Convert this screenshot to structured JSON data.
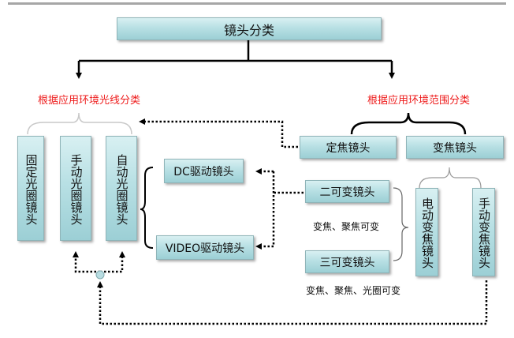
{
  "title": "镜头分类",
  "left_branch": {
    "label": "根据应用环境光线分类",
    "items": [
      "固定光圈镜头",
      "手动光圈镜头",
      "自动光圈镜头"
    ],
    "auto_iris_types": [
      "DC驱动镜头",
      "VIDEO驱动镜头"
    ]
  },
  "right_branch": {
    "label": "根据应用环境范围分类",
    "items": [
      "定焦镜头",
      "变焦镜头"
    ],
    "zoom_types": [
      "二可变镜头",
      "三可变镜头"
    ],
    "zoom_subtypes": [
      "电动变焦镜头",
      "手动变焦镜头"
    ],
    "note_two_variable": "变焦、聚焦可变",
    "note_three_variable": "变焦、聚焦、光圈可变"
  },
  "colors": {
    "box_fill": "#b8e0e4",
    "label_red": "#ee1c1c",
    "connector": "#000000"
  }
}
